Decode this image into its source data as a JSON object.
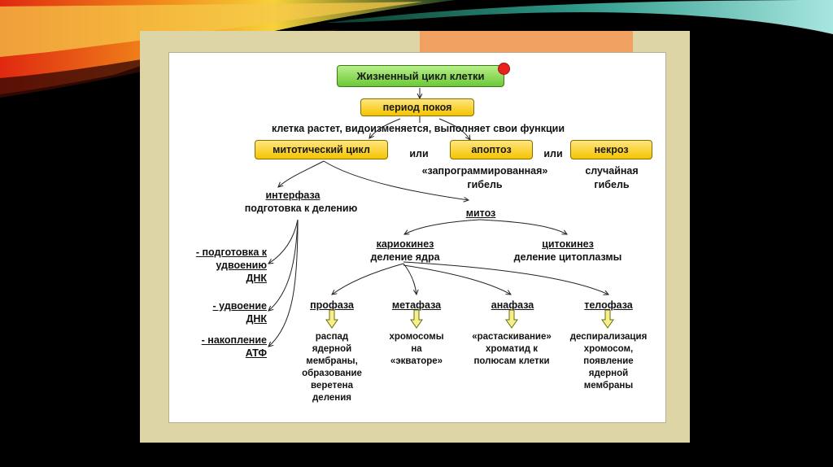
{
  "colors": {
    "green_box": "#8ad65a",
    "yellow_box": "#f5c400",
    "frame": "#ddd5a6",
    "orange_tab": "#f0a060",
    "red_dot": "#e8221a",
    "background": "#000000"
  },
  "diagram": {
    "root": "Жизненный цикл клетки",
    "rest": "период покоя",
    "rest_desc": "клетка растет, видоизменяется, выполняет свои функции",
    "mitotic": "митотический цикл",
    "or1": "или",
    "apoptosis": "апоптоз",
    "or2": "или",
    "necrosis": "некроз",
    "apoptosis_desc1": "«запрограммированная»",
    "apoptosis_desc2": "гибель",
    "necrosis_desc1": "случайная",
    "necrosis_desc2": "гибель",
    "interphase": "интерфаза",
    "interphase_desc": "подготовка к делению",
    "mitosis": "митоз",
    "karyokinesis": "кариокинез",
    "karyokinesis_desc": "деление ядра",
    "cytokinesis": "цитокинез",
    "cytokinesis_desc": "деление цитоплазмы",
    "interphase_items": [
      "- подготовка к\nудвоению\nДНК",
      "- удвоение\nДНК",
      "- накопление\nАТФ"
    ],
    "phases": [
      "профаза",
      "метафаза",
      "анафаза",
      "телофаза"
    ],
    "phase_desc": [
      "распад\nядерной\nмембраны,\nобразование\nверетена\nделения",
      "хромосомы\nна\n«экваторе»",
      "«растаскивание»\nхроматид к\nполюсам клетки",
      "деспирализация\nхромосом,\nпоявление\nядерной\nмембраны"
    ]
  }
}
